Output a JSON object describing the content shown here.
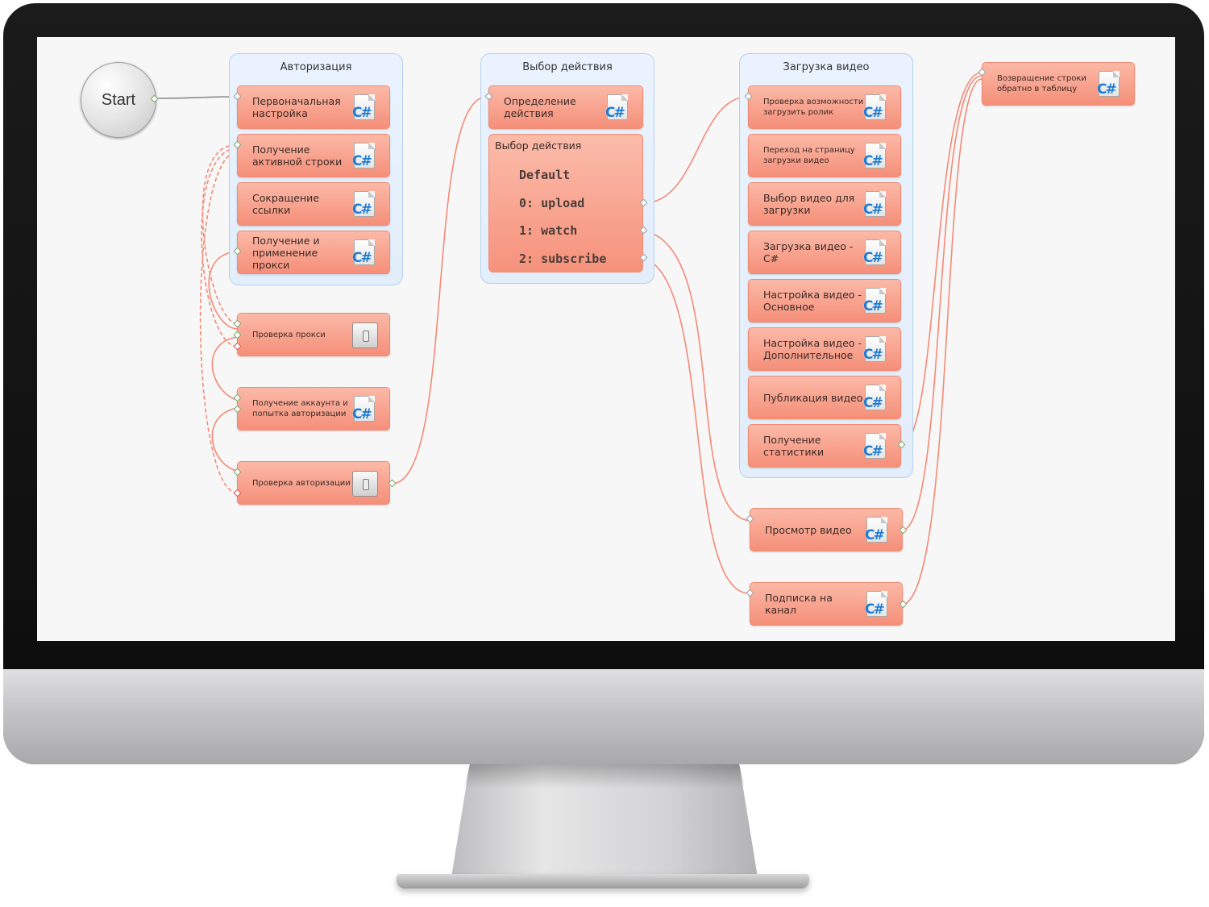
{
  "start": {
    "label": "Start"
  },
  "groups": {
    "authorization": {
      "title": "Авторизация"
    },
    "action_choice": {
      "title": "Выбор действия"
    },
    "video_upload": {
      "title": "Загрузка видео"
    }
  },
  "nodes": {
    "initial_setup": "Первоначальная настройка",
    "get_active_row": "Получение активной строки",
    "shorten_link": "Сокращение ссылки",
    "get_apply_proxy": "Получение и применение прокси",
    "check_proxy": "Проверка прокси",
    "get_account": "Получение аккаунта и попытка авторизации",
    "check_auth": "Проверка авторизации",
    "determine_action": "Определение действия",
    "check_can_upload": "Проверка возможности загрузить ролик",
    "go_upload_page": "Переход на страницу загрузки видео",
    "choose_video": "Выбор видео для загрузки",
    "upload_video_cs": "Загрузка видео - C#",
    "video_settings_main": "Настройка видео - Основное",
    "video_settings_extra": "Настройка видео - Дополнительное",
    "publish_video": "Публикация видео",
    "get_stats": "Получение статистики",
    "watch_video": "Просмотр видео",
    "subscribe_channel": "Подписка на канал",
    "return_row": "Возвращение строки обратно в таблицу"
  },
  "switch": {
    "title": "Выбор действия",
    "cases": [
      "Default",
      "0: upload",
      "1: watch",
      "2: subscribe"
    ]
  },
  "icons": {
    "script": "csharp-file-icon",
    "condition": "switch-icon"
  },
  "colors": {
    "node": "#f7a08c",
    "group": "#e6f0fc",
    "link": "#f48a77",
    "canvas": "#f7f7f7"
  }
}
